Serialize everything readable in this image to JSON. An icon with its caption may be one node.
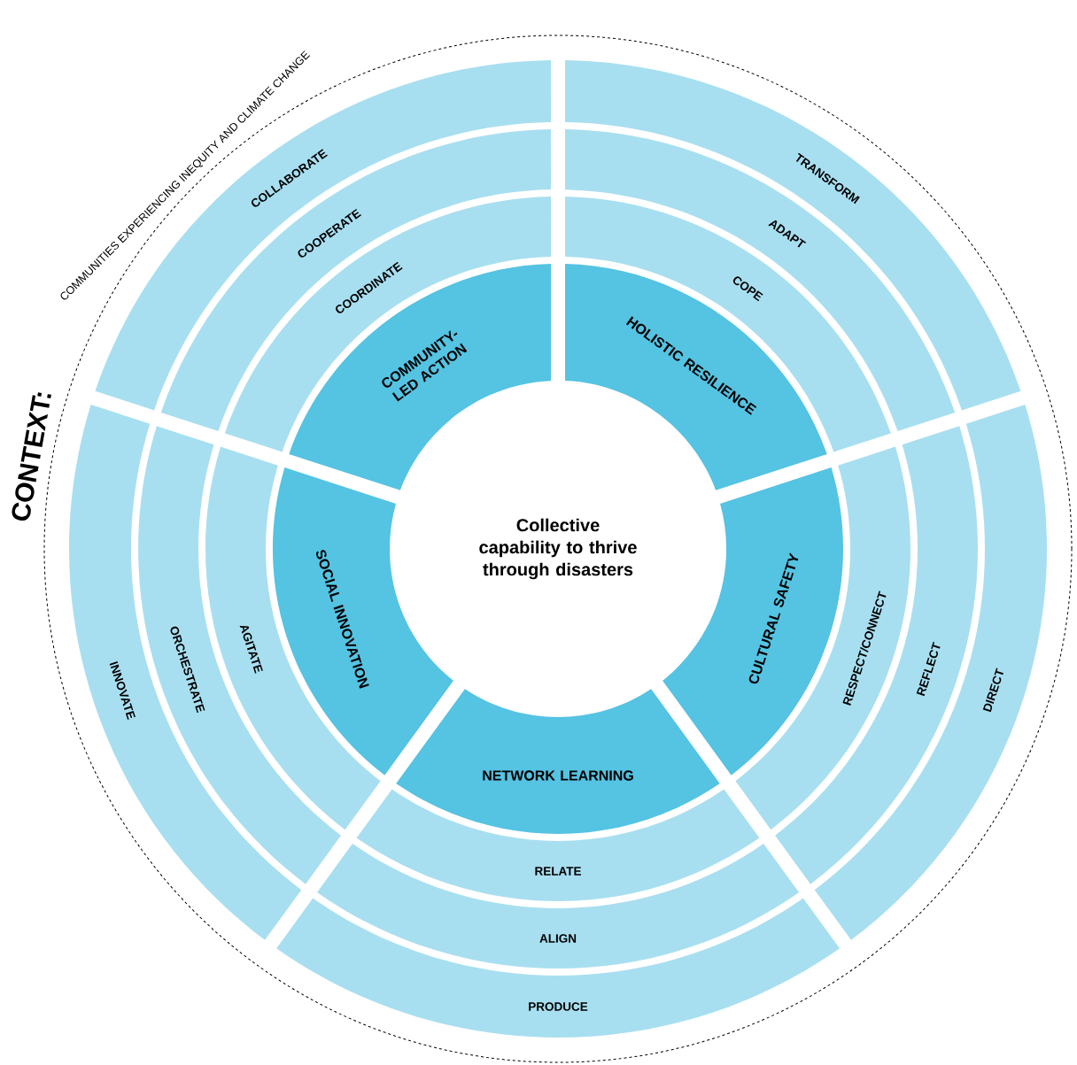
{
  "diagram": {
    "nodes": [
      {
        "text": [
          "CONTEXT:",
          "COMMUNITIES EXPERIENCING INEQUITY AND CLIMATE CHANGE"
        ]
      },
      {
        "text": [
          "Collective capability to thrive through disasters"
        ],
        "in": 0
      },
      {
        "text": [
          "COMMUNITY-LED ACTION"
        ],
        "in": 0
      },
      {
        "text": [
          "COORDINATE"
        ],
        "in": 0
      },
      {
        "text": [
          "COOPERATE"
        ],
        "in": 0
      },
      {
        "text": [
          "COLLABORATE"
        ],
        "in": 0
      },
      {
        "text": [
          "HOLISTIC RESILIENCE"
        ],
        "in": 0
      },
      {
        "text": [
          "COPE"
        ],
        "in": 0
      },
      {
        "text": [
          "ADAPT"
        ],
        "in": 0
      },
      {
        "text": [
          "TRANSFORM"
        ],
        "in": 0
      },
      {
        "text": [
          "CULTURAL SAFETY"
        ],
        "in": 0
      },
      {
        "text": [
          "RESPECT/CONNECT"
        ],
        "in": 0
      },
      {
        "text": [
          "REFLECT"
        ],
        "in": 0
      },
      {
        "text": [
          "DIRECT"
        ],
        "in": 0
      },
      {
        "text": [
          "NETWORK LEARNING"
        ],
        "in": 0
      },
      {
        "text": [
          "RELATE"
        ],
        "in": 0
      },
      {
        "text": [
          "ALIGN"
        ],
        "in": 0
      },
      {
        "text": [
          "PRODUCE"
        ],
        "in": 0
      },
      {
        "text": [
          "SOCIAL INNOVATION"
        ],
        "in": 0
      },
      {
        "text": [
          "AGITATE"
        ],
        "in": 0
      },
      {
        "text": [
          "ORCHESTRATE"
        ],
        "in": 0
      },
      {
        "text": [
          "INNOVATE"
        ],
        "in": 0
      }
    ]
  }
}
